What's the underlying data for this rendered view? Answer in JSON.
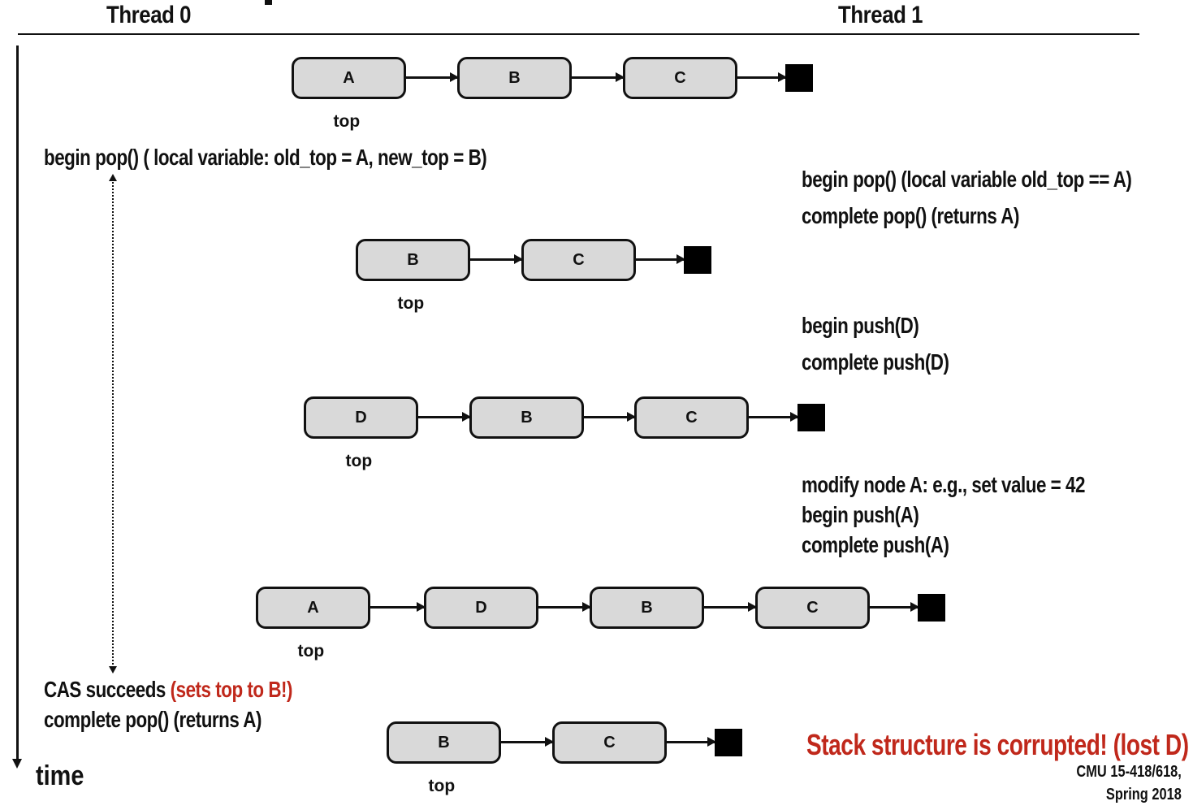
{
  "header": {
    "thread0": "Thread 0",
    "thread1": "Thread 1"
  },
  "thread0": {
    "begin_pop": "begin pop() ( local variable: old_top = A, new_top = B)",
    "cas_prefix": "CAS succeeds ",
    "cas_highlight": "(sets top to B!)",
    "complete_pop": "complete pop()  (returns A)"
  },
  "thread1": {
    "begin_pop": "begin pop()  (local variable old_top == A)",
    "complete_pop": "complete pop()  (returns A)",
    "begin_push_d": "begin push(D)",
    "complete_push_d": "complete push(D)",
    "modify_a": "modify node A: e.g., set value = 42",
    "begin_push_a": "begin push(A)",
    "complete_push_a": "complete push(A)"
  },
  "time_label": "time",
  "result": "Stack structure is corrupted! (lost D)",
  "footer": {
    "course": "CMU 15-418/618,",
    "term": "Spring 2018"
  },
  "stacks": [
    {
      "nodes": [
        "A",
        "B",
        "C"
      ],
      "top_label": "top"
    },
    {
      "nodes": [
        "B",
        "C"
      ],
      "top_label": "top"
    },
    {
      "nodes": [
        "D",
        "B",
        "C"
      ],
      "top_label": "top"
    },
    {
      "nodes": [
        "A",
        "D",
        "B",
        "C"
      ],
      "top_label": "top"
    },
    {
      "nodes": [
        "B",
        "C"
      ],
      "top_label": "top"
    }
  ]
}
